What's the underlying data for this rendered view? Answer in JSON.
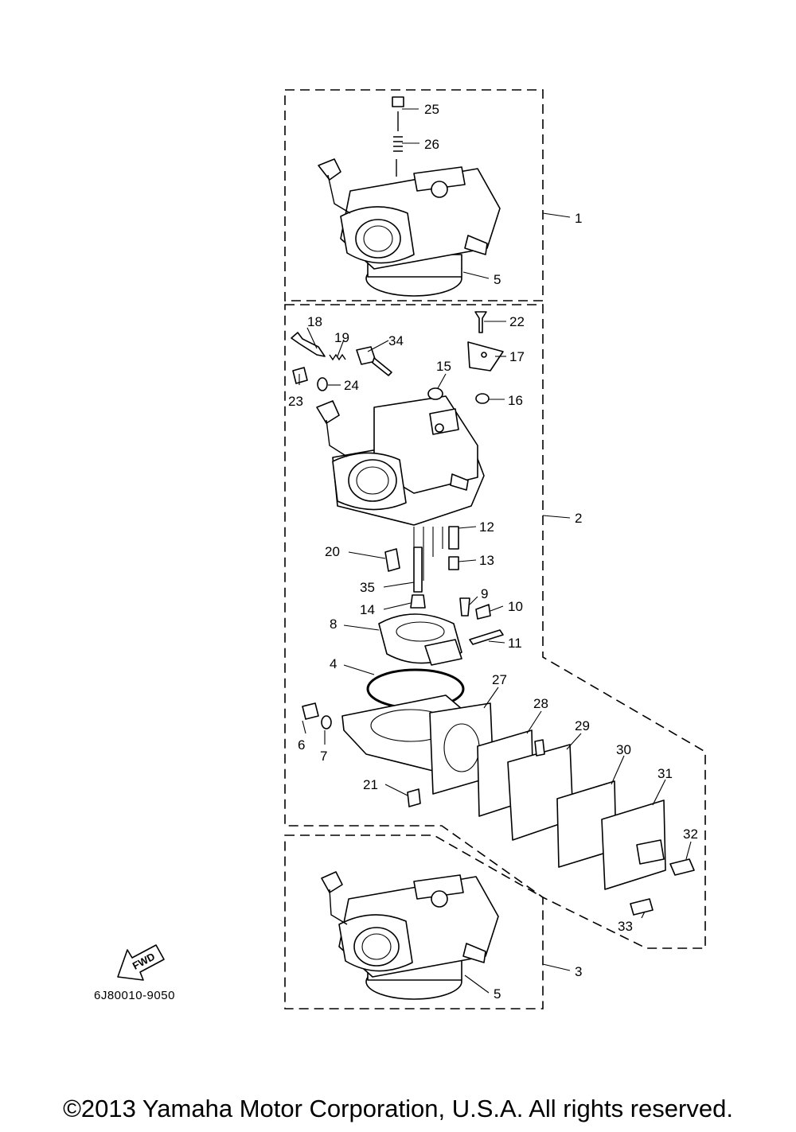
{
  "diagram": {
    "code": "6J80010-9050",
    "fwd_label": "FWD",
    "copyright": "©2013 Yamaha Motor Corporation, U.S.A. All rights reserved."
  },
  "callouts": {
    "c1": "1",
    "c2": "2",
    "c3": "3",
    "c4": "4",
    "c5a": "5",
    "c5b": "5",
    "c6": "6",
    "c7": "7",
    "c8": "8",
    "c9": "9",
    "c10": "10",
    "c11": "11",
    "c12": "12",
    "c13": "13",
    "c14": "14",
    "c15": "15",
    "c16": "16",
    "c17": "17",
    "c18": "18",
    "c19": "19",
    "c20": "20",
    "c21": "21",
    "c22": "22",
    "c23": "23",
    "c24": "24",
    "c25": "25",
    "c26": "26",
    "c27": "27",
    "c28": "28",
    "c29": "29",
    "c30": "30",
    "c31": "31",
    "c32": "32",
    "c33": "33",
    "c34": "34",
    "c35": "35"
  }
}
